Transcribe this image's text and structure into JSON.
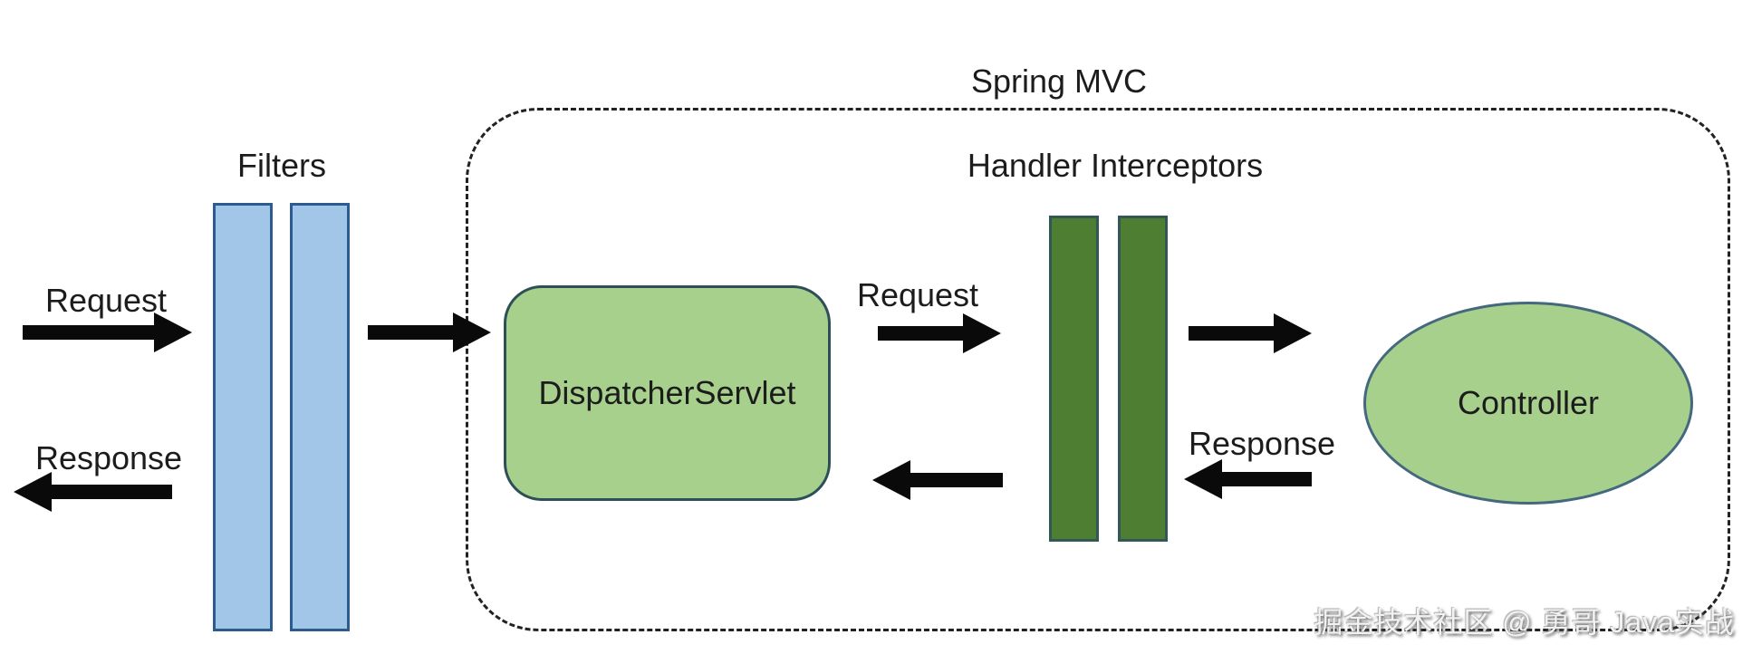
{
  "diagram": {
    "title": "Spring MVC",
    "filters_label": "Filters",
    "handler_interceptors_label": "Handler Interceptors",
    "dispatcher_servlet_label": "DispatcherServlet",
    "controller_label": "Controller",
    "outer_request_label": "Request",
    "outer_response_label": "Response",
    "inner_request_label": "Request",
    "inner_response_label": "Response",
    "watermark": "掘金技术社区 @ 勇哥 Java实战",
    "flow": [
      "Request → Filters → DispatcherServlet → Handler Interceptors → Controller",
      "Controller → Handler Interceptors → DispatcherServlet → Filters → Response"
    ]
  },
  "colors": {
    "background": "#ffffff",
    "text": "#1c1c1c",
    "arrow": "#0a0a0a",
    "dashed_border": "#222222",
    "filter_bar_fill": "#a2c6e8",
    "filter_bar_border": "#2e5b8f",
    "interceptor_bar_fill": "#4e7e31",
    "interceptor_bar_border": "#315757",
    "node_fill": "#a8d08d",
    "node_border": "#2d4f57",
    "ellipse_border": "#44687d",
    "watermark": "#f2f2f2"
  }
}
